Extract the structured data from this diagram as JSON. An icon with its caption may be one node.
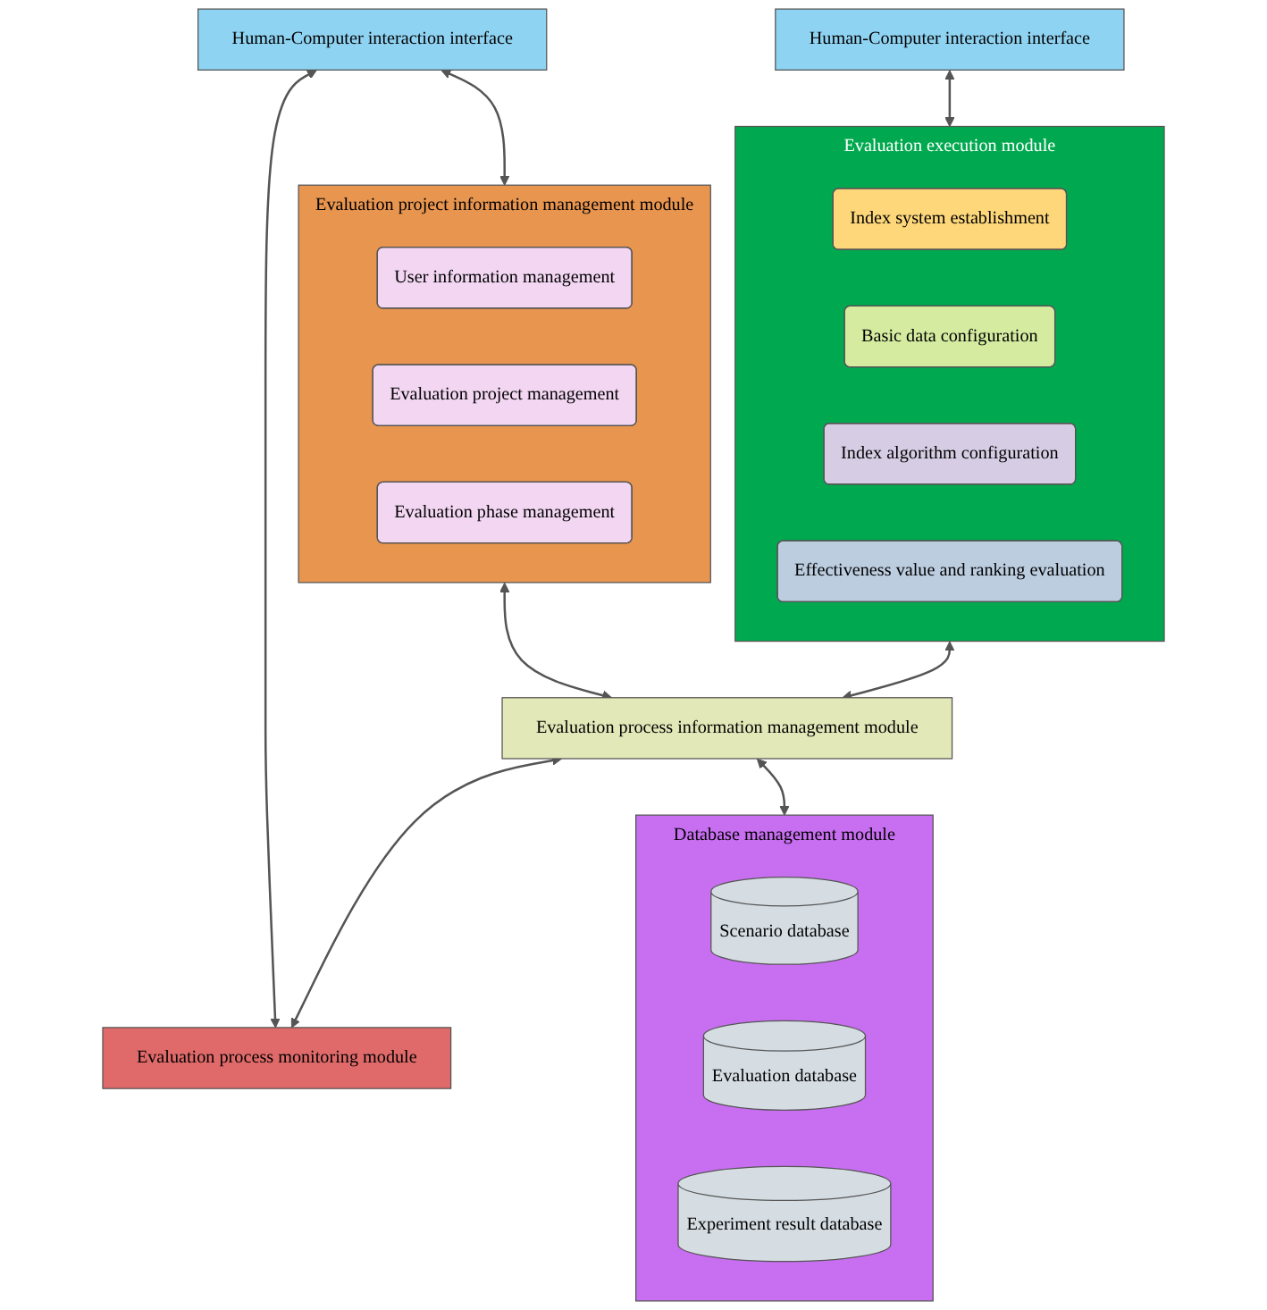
{
  "diagram": {
    "nodes": [
      {
        "text": [
          "Human-Computer interaction interface"
        ]
      },
      {
        "text": [
          "Human-Computer interaction interface"
        ]
      },
      {
        "text": [
          "Evaluation project information management module"
        ]
      },
      {
        "text": [
          "User information management"
        ],
        "in": 2
      },
      {
        "text": [
          "Evaluation project management"
        ],
        "in": 2
      },
      {
        "text": [
          "Evaluation phase management"
        ],
        "in": 2
      },
      {
        "text": [
          "Evaluation execution module"
        ]
      },
      {
        "text": [
          "Index system establishment"
        ],
        "in": 6
      },
      {
        "text": [
          "Basic data configuration"
        ],
        "in": 6
      },
      {
        "text": [
          "Index algorithm configuration"
        ],
        "in": 6
      },
      {
        "text": [
          "Effectiveness value and ranking evaluation"
        ],
        "in": 6
      },
      {
        "text": [
          "Evaluation process information management module"
        ]
      },
      {
        "text": [
          "Evaluation process monitoring module"
        ]
      },
      {
        "text": [
          "Database management module"
        ]
      },
      {
        "text": [
          "Scenario database"
        ],
        "in": 13
      },
      {
        "text": [
          "Evaluation database"
        ],
        "in": 13
      },
      {
        "text": [
          "Experiment result database"
        ],
        "in": 13
      }
    ],
    "edges": [
      {
        "from": 0,
        "to": 2,
        "arrow": "both"
      },
      {
        "from": 0,
        "to": 12,
        "arrow": "both"
      },
      {
        "from": 1,
        "to": 6,
        "arrow": "both"
      },
      {
        "from": 2,
        "to": 11,
        "arrow": "both"
      },
      {
        "from": 6,
        "to": 11,
        "arrow": "both"
      },
      {
        "from": 11,
        "to": 12,
        "arrow": "both"
      },
      {
        "from": 11,
        "to": 13,
        "arrow": "both"
      }
    ]
  }
}
